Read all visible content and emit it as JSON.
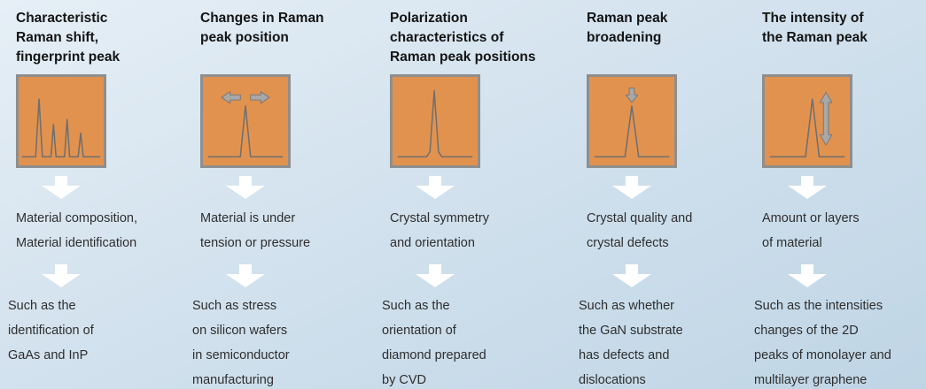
{
  "columns": [
    {
      "title": "Characteristic\nRaman shift,\nfingerprint peak",
      "icon": "fingerprint-spectrum-icon",
      "meaning": "Material composition,\nMaterial identification",
      "example": "Such as the\nidentification of\nGaAs and InP"
    },
    {
      "title": "Changes in Raman\npeak position",
      "icon": "peak-shift-spectrum-icon",
      "meaning": "Material is under\ntension or pressure",
      "example": "Such as stress\non silicon wafers\nin semiconductor\nmanufacturing"
    },
    {
      "title": "Polarization\ncharacteristics of\nRaman peak positions",
      "icon": "polarization-spectrum-icon",
      "meaning": "Crystal symmetry\nand orientation",
      "example": "Such as the\norientation of\ndiamond prepared\nby CVD"
    },
    {
      "title": "Raman peak\nbroadening",
      "icon": "peak-broadening-spectrum-icon",
      "meaning": "Crystal quality and\ncrystal defects",
      "example": "Such as whether\nthe GaN substrate\nhas defects and\ndislocations"
    },
    {
      "title": "The intensity of\nthe Raman peak",
      "icon": "peak-intensity-spectrum-icon",
      "meaning": "Amount or layers\nof material",
      "example": "Such as the intensities\nchanges of the 2D\npeaks of monolayer and\nmultilayer graphene"
    }
  ],
  "icons": {
    "down_flow_arrow": "down-block-arrow-icon"
  },
  "colors": {
    "background_top": "#e6eff6",
    "background_bottom": "#bfd5e5",
    "box_fill": "#e2924f",
    "box_border": "#8e8e8e",
    "spectrum_stroke": "#6f6f6f",
    "icon_arrow_fill": "#a8a8a8",
    "flow_arrow": "#ffffff",
    "heading_text": "#141414",
    "body_text": "#2e2e2e"
  }
}
